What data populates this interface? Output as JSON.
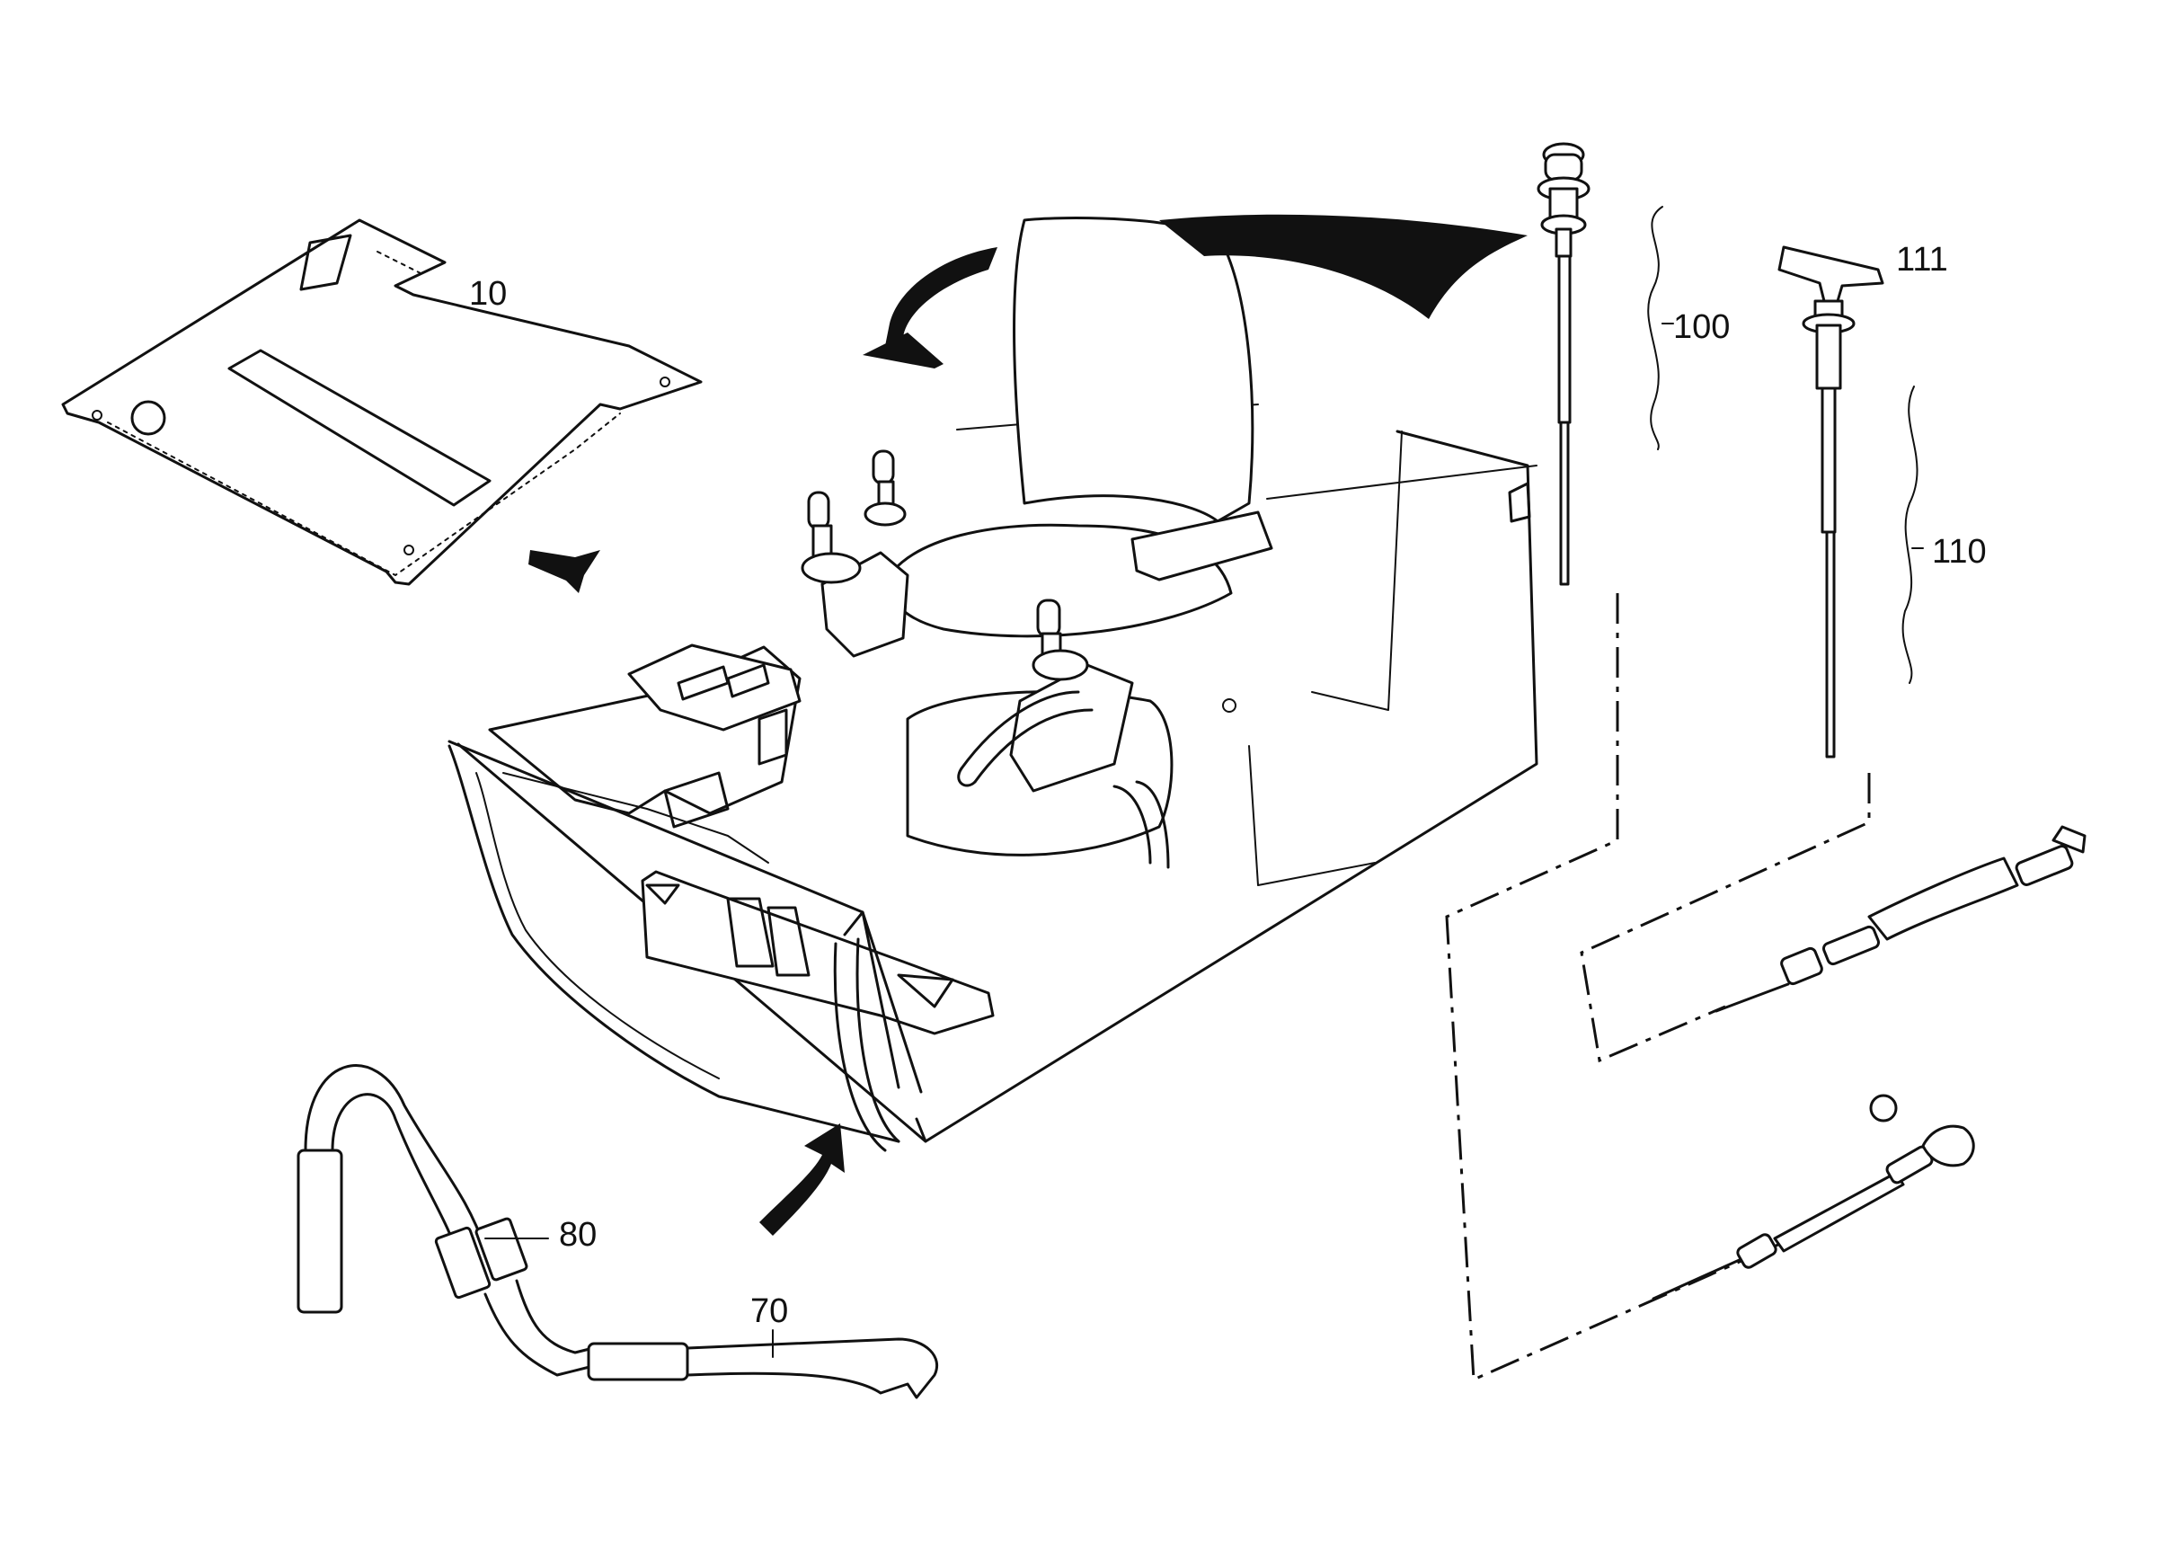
{
  "callouts": {
    "part_10": "10",
    "part_70": "70",
    "part_80": "80",
    "part_100": "100",
    "part_110": "110",
    "part_111": "111"
  },
  "colors": {
    "ink": "#111111",
    "paper": "#ffffff"
  }
}
